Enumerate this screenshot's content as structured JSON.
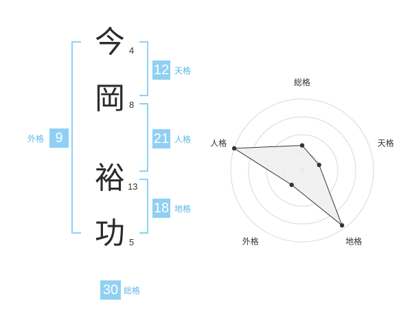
{
  "name": {
    "chars": [
      {
        "char": "今",
        "strokes": "4"
      },
      {
        "char": "岡",
        "strokes": "8"
      },
      {
        "char": "裕",
        "strokes": "13"
      },
      {
        "char": "功",
        "strokes": "5"
      }
    ]
  },
  "fortunes": {
    "tenkaku": {
      "value": "12",
      "label": "天格"
    },
    "jinkaku": {
      "value": "21",
      "label": "人格"
    },
    "chikaku": {
      "value": "18",
      "label": "地格"
    },
    "gaikaku": {
      "value": "9",
      "label": "外格"
    },
    "soukaku": {
      "value": "30",
      "label": "総格"
    }
  },
  "colors": {
    "accent": "#8fd0f3",
    "label": "#5fb7e8",
    "kanji": "#2b2b2b",
    "grid": "#d9d9d9",
    "polygon_fill": "#eeeeee",
    "polygon_stroke": "#333333"
  },
  "chart_data": {
    "type": "radar",
    "axes": [
      "総格",
      "天格",
      "地格",
      "外格",
      "人格"
    ],
    "values": [
      0.35,
      0.25,
      0.95,
      0.25,
      1.0
    ],
    "rings": 4,
    "max": 1.0
  }
}
